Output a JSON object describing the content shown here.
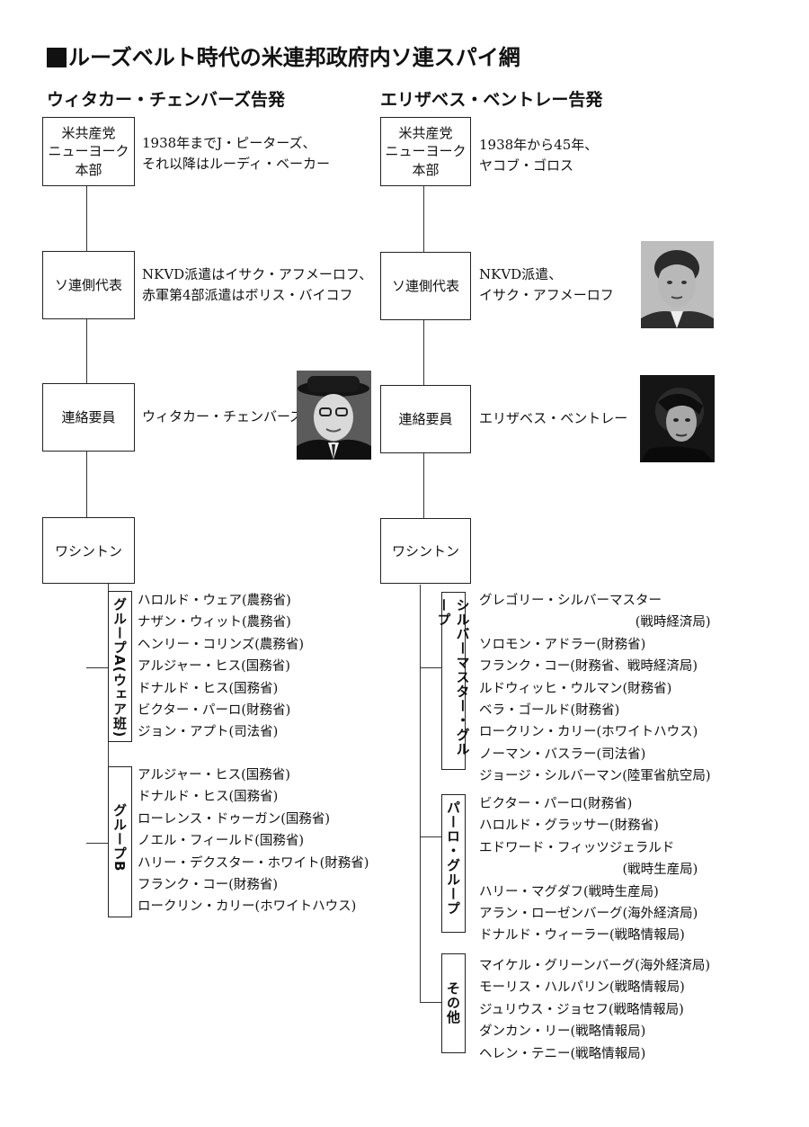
{
  "title": "ルーズベルト時代の米連邦政府内ソ連スパイ網",
  "left": {
    "heading": "ウィタカー・チェンバーズ告発",
    "hq_label": "米共産党\nニューヨーク\n本部",
    "hq_note": "1938年までJ・ピーターズ、\nそれ以降はルーディ・ベーカー",
    "rep_label": "ソ連側代表",
    "rep_note": "NKVD派遣はイサク・アフメーロフ、\n赤軍第4部派遣はボリス・バイコフ",
    "liaison_label": "連絡要員",
    "liaison_note": "ウィタカー・チェンバーズ",
    "washington_label": "ワシントン",
    "groups": [
      {
        "label": "グループA(ウェア班)",
        "members": [
          "ハロルド・ウェア(農務省)",
          "ナザン・ウィット(農務省)",
          "ヘンリー・コリンズ(農務省)",
          "アルジャー・ヒス(国務省)",
          "ドナルド・ヒス(国務省)",
          "ビクター・パーロ(財務省)",
          "ジョン・アプト(司法省)"
        ]
      },
      {
        "label": "グループB",
        "members": [
          "アルジャー・ヒス(国務省)",
          "ドナルド・ヒス(国務省)",
          "ローレンス・ドゥーガン(国務省)",
          "ノエル・フィールド(国務省)",
          "ハリー・デクスター・ホワイト(財務省)",
          "フランク・コー(財務省)",
          "ロークリン・カリー(ホワイトハウス)"
        ]
      }
    ]
  },
  "right": {
    "heading": "エリザベス・ベントレー告発",
    "hq_label": "米共産党\nニューヨーク\n本部",
    "hq_note": "1938年から45年、\nヤコブ・ゴロス",
    "rep_label": "ソ連側代表",
    "rep_note": "NKVD派遣、\nイサク・アフメーロフ",
    "liaison_label": "連絡要員",
    "liaison_note": "エリザベス・ベントレー",
    "washington_label": "ワシントン",
    "groups": [
      {
        "label": "シルバーマスター・グループ",
        "members": [
          "グレゴリー・シルバーマスター",
          "(戦時経済局)",
          "ソロモン・アドラー(財務省)",
          "フランク・コー(財務省、戦時経済局)",
          "ルドウィッヒ・ウルマン(財務省)",
          "ベラ・ゴールド(財務省)",
          "ロークリン・カリー(ホワイトハウス)",
          "ノーマン・バスラー(司法省)",
          "ジョージ・シルバーマン(陸軍省航空局)"
        ]
      },
      {
        "label": "パーロ・グループ",
        "members": [
          "ビクター・パーロ(財務省)",
          "ハロルド・グラッサー(財務省)",
          "エドワード・フィッツジェラルド",
          "(戦時生産局)",
          "ハリー・マグダフ(戦時生産局)",
          "アラン・ローゼンバーグ(海外経済局)",
          "ドナルド・ウィーラー(戦略情報局)"
        ]
      },
      {
        "label": "その他",
        "members": [
          "マイケル・グリーンバーグ(海外経済局)",
          "モーリス・ハルパリン(戦略情報局)",
          "ジュリウス・ジョセフ(戦略情報局)",
          "ダンカン・リー(戦略情報局)",
          "ヘレン・テニー(戦略情報局)"
        ]
      }
    ]
  },
  "photos": [
    "photo-chambers",
    "photo-akhmerov",
    "photo-bentley"
  ]
}
